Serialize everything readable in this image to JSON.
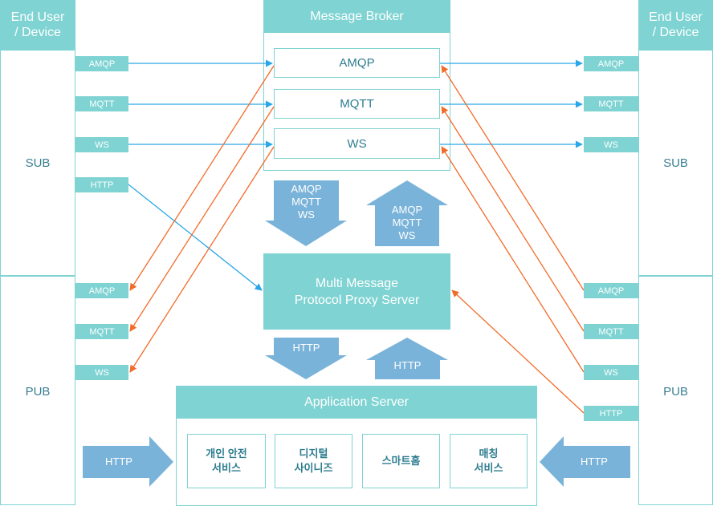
{
  "end_user_left": {
    "title": "End User\n/ Device",
    "sub": "SUB",
    "pub": "PUB",
    "sub_tags": [
      "AMQP",
      "MQTT",
      "WS",
      "HTTP"
    ],
    "pub_tags": [
      "AMQP",
      "MQTT",
      "WS"
    ]
  },
  "end_user_right": {
    "title": "End User\n/ Device",
    "sub": "SUB",
    "pub": "PUB",
    "sub_tags": [
      "AMQP",
      "MQTT",
      "WS"
    ],
    "pub_tags": [
      "AMQP",
      "MQTT",
      "WS",
      "HTTP"
    ]
  },
  "broker": {
    "title": "Message Broker",
    "protocols": [
      "AMQP",
      "MQTT",
      "WS"
    ]
  },
  "proxy": {
    "title": "Multi Message\nProtocol Proxy Server"
  },
  "flows": {
    "broker_down": "AMQP\nMQTT\nWS",
    "broker_up": "AMQP\nMQTT\nWS",
    "http_down": "HTTP",
    "http_up": "HTTP",
    "http_left": "HTTP",
    "http_right": "HTTP"
  },
  "app_server": {
    "title": "Application Server",
    "services": [
      "개인 안전\n서비스",
      "디지털\n사이니즈",
      "스마트홈",
      "매칭\n서비스"
    ]
  },
  "colors": {
    "teal": "#7fd3d3",
    "blue_arrow": "#2aa7e8",
    "orange_arrow": "#f26b2a",
    "block_arrow": "#7ab3d9"
  }
}
